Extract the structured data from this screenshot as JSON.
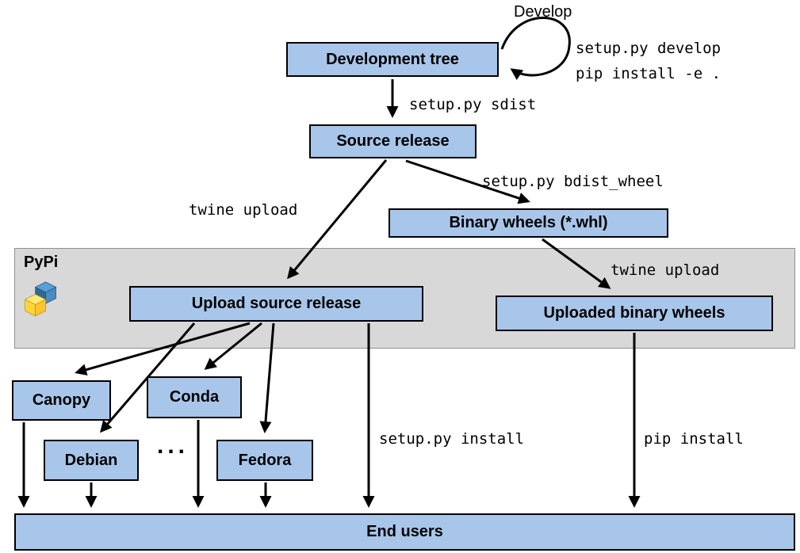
{
  "nodes": {
    "development_tree": "Development tree",
    "source_release": "Source release",
    "binary_wheels": "Binary wheels (*.whl)",
    "upload_source_release": "Upload source release",
    "uploaded_binary_wheels": "Uploaded binary wheels",
    "canopy": "Canopy",
    "conda": "Conda",
    "debian": "Debian",
    "fedora": "Fedora",
    "end_users": "End users"
  },
  "labels": {
    "develop": "Develop",
    "setup_py_develop": "setup.py develop",
    "pip_install_e": "pip install -e .",
    "setup_py_sdist": "setup.py sdist",
    "twine_upload_left": "twine upload",
    "setup_py_bdist_wheel": "setup.py bdist_wheel",
    "twine_upload_right": "twine upload",
    "setup_py_install": "setup.py install",
    "pip_install": "pip install",
    "ellipsis": "...",
    "pypi_band": "PyPi"
  },
  "icons": {
    "pypi_logo": "pypi-isometric-cubes"
  },
  "colors": {
    "node_fill": "#a8c6ea",
    "node_border": "#000000",
    "band_fill": "#d8d8d8",
    "arrow": "#000000",
    "logo_blue_light": "#5a9fd4",
    "logo_blue": "#306998",
    "logo_yellow": "#ffd43b",
    "logo_yellow_light": "#ffe873"
  }
}
